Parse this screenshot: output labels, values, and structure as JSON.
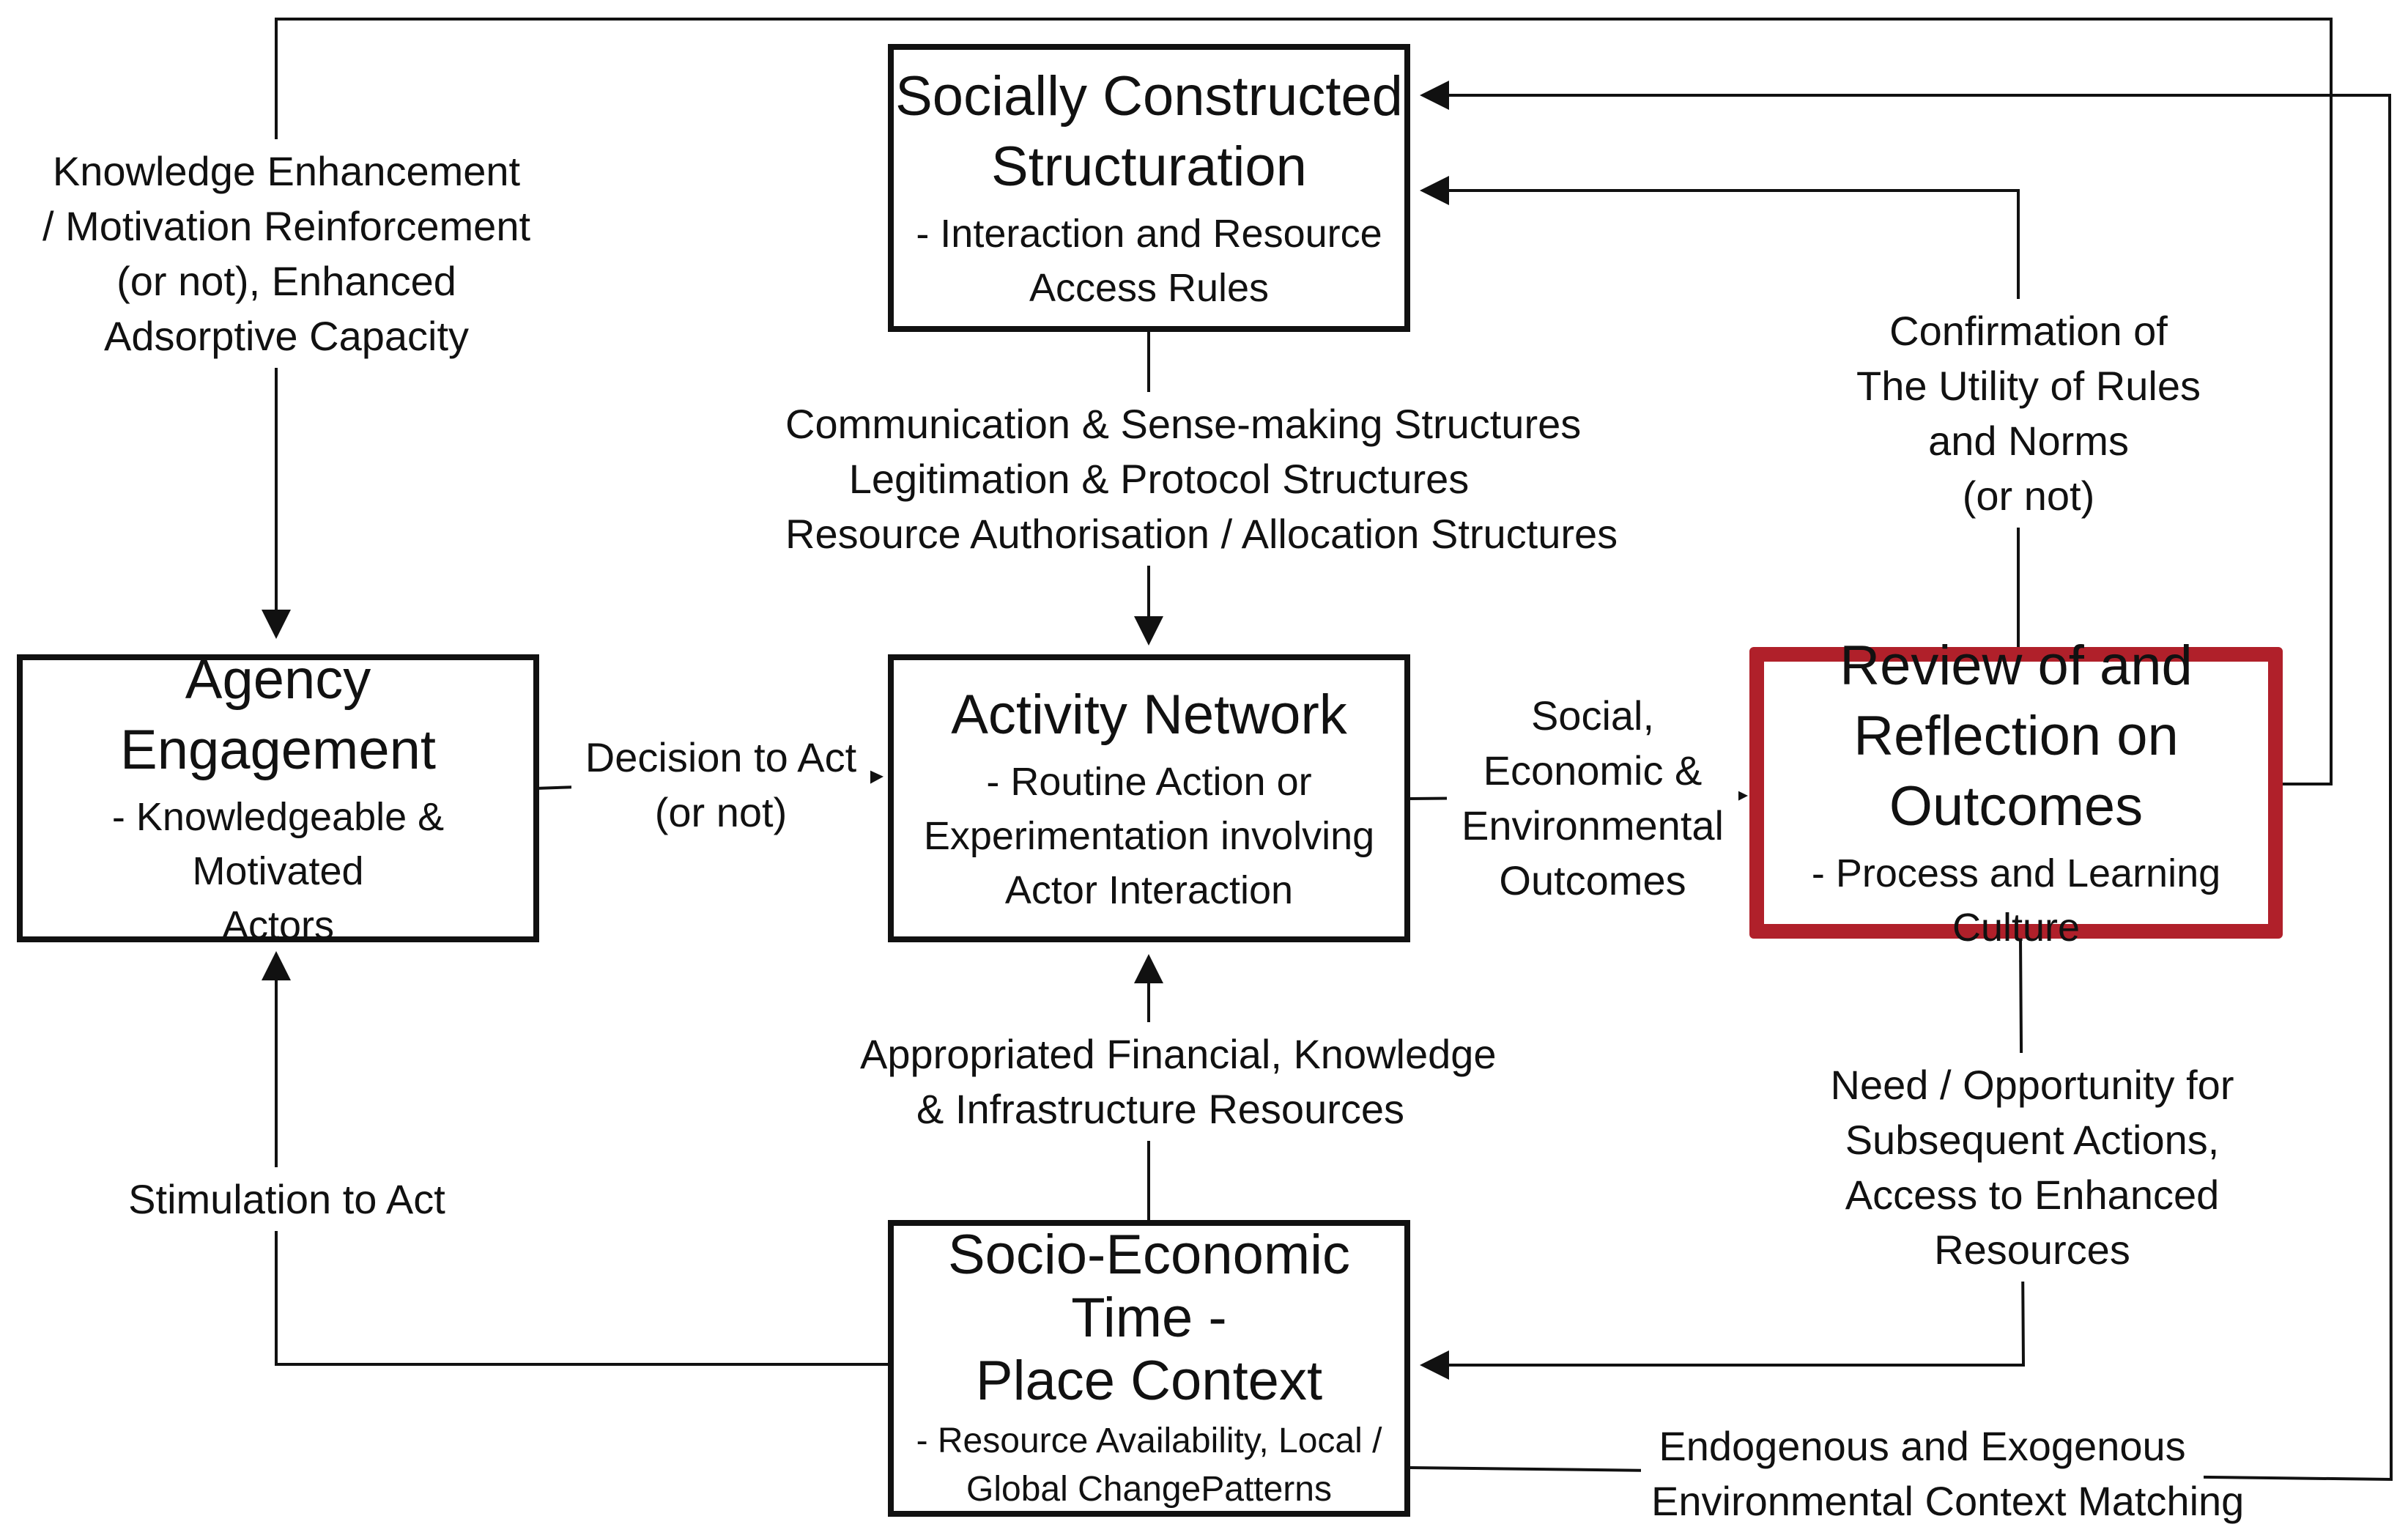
{
  "boxes": {
    "structuration": {
      "title_lines": [
        "Socially Constructed",
        "Structuration"
      ],
      "sub_lines": [
        "- Interaction and Resource",
        "Access Rules"
      ]
    },
    "agency": {
      "title_lines": [
        "Agency Engagement"
      ],
      "sub_lines": [
        "- Knowledgeable &  Motivated",
        "Actors"
      ]
    },
    "activity": {
      "title_lines": [
        "Activity Network"
      ],
      "sub_lines": [
        "- Routine Action or",
        "Experimentation involving",
        "Actor Interaction"
      ]
    },
    "review": {
      "title_lines": [
        "Review of and",
        "Reflection on Outcomes"
      ],
      "sub_lines": [
        "- Process and Learning Culture"
      ]
    },
    "context": {
      "title_lines": [
        "Socio-Economic Time -",
        "Place Context"
      ],
      "sub_lines": [
        "- Resource Availability, Local /",
        "Global ChangePatterns"
      ]
    }
  },
  "labels": {
    "knowledge": [
      "Knowledge Enhancement",
      "/ Motivation Reinforcement",
      "(or not), Enhanced",
      "Adsorptive Capacity"
    ],
    "structures": [
      "Communication & Sense-making Structures",
      "Legitimation & Protocol Structures",
      "Resource Authorisation / Allocation Structures"
    ],
    "confirmation": [
      "Confirmation of",
      "The Utility of Rules",
      "and Norms",
      "(or not)"
    ],
    "decision": [
      "Decision to Act",
      "(or not)"
    ],
    "outcomes": [
      "Social,",
      "Economic &",
      "Environmental",
      "Outcomes"
    ],
    "resources": [
      "Appropriated Financial, Knowledge",
      "& Infrastructure Resources"
    ],
    "stimulation": [
      "Stimulation to Act"
    ],
    "need": [
      "Need / Opportunity for",
      "Subsequent Actions,",
      "Access to Enhanced",
      "Resources"
    ],
    "matching": [
      "Endogenous and Exogenous",
      "Environmental Context Matching"
    ]
  },
  "colors": {
    "line": "#111111",
    "highlight_border": "#b0202a"
  }
}
